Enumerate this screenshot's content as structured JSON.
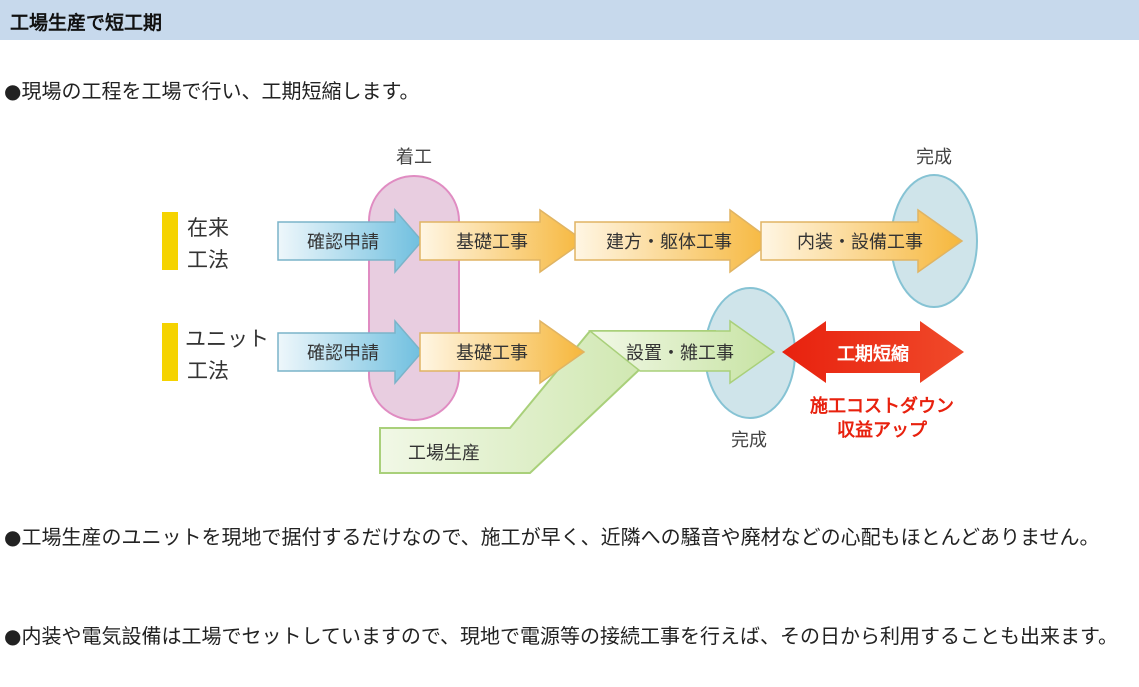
{
  "header": {
    "title": "工場生産で短工期"
  },
  "paragraphs": [
    "●現場の工程を工場で行い、工期短縮します。",
    "●工場生産のユニットを現地で据付するだけなので、施工が早く、近隣への騒音や廃材などの心配もほとんどありません。",
    "●内装や電気設備は工場でセットしていますので、現地で電源等の接続工事を行えば、その日から利用することも出来ます。"
  ],
  "diagram": {
    "start_label": "着工",
    "complete_label": "完成",
    "conventional": {
      "label_line1": "在来",
      "label_line2": "工法",
      "steps": [
        "確認申請",
        "基礎工事",
        "建方・躯体工事",
        "内装・設備工事"
      ]
    },
    "unit": {
      "label_line1": "ユニット",
      "label_line2": "工法",
      "steps": [
        "確認申請",
        "基礎工事",
        "設置・雑工事"
      ],
      "factory": "工場生産"
    },
    "result": {
      "badge": "工期短縮",
      "line1": "施工コストダウン",
      "line2": "収益アップ"
    },
    "colors": {
      "accent_red": "#e8210e",
      "legend_yellow": "#f5d300",
      "start_pink": "#e8cde0",
      "complete_blue": "#cfe4ea",
      "header_bg": "#c7d9ec"
    }
  }
}
